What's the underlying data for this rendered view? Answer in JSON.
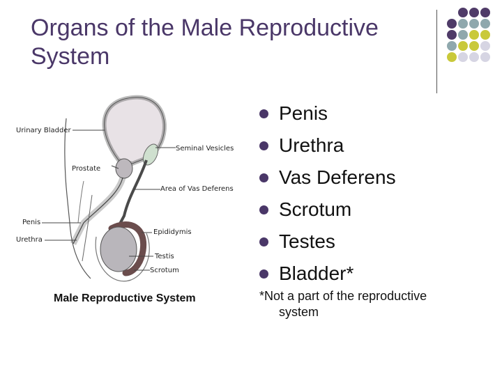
{
  "slide": {
    "title": "Organs of the Male Reproductive System",
    "bullets": [
      "Penis",
      "Urethra",
      "Vas Deferens",
      "Scrotum",
      "Testes",
      "Bladder*"
    ],
    "footnote_line1": "*Not a part of the reproductive",
    "footnote_line2": "system"
  },
  "diagram": {
    "caption": "Male Reproductive System",
    "labels": {
      "urinary_bladder": "Urinary Bladder",
      "seminal_vesicles": "Seminal Vesicles",
      "prostate": "Prostate",
      "vas_deferens": "Area of Vas Deferens",
      "penis": "Penis",
      "urethra": "Urethra",
      "epididymis": "Epididymis",
      "testis": "Testis",
      "scrotum": "Scrotum"
    }
  },
  "colors": {
    "title": "#4a3768",
    "bullet": "#4a3768",
    "dot_purple": "#4f3b68",
    "dot_teal": "#8fa8ad",
    "dot_yellow": "#c9c93a",
    "dot_lavender": "#d6d5e3"
  }
}
